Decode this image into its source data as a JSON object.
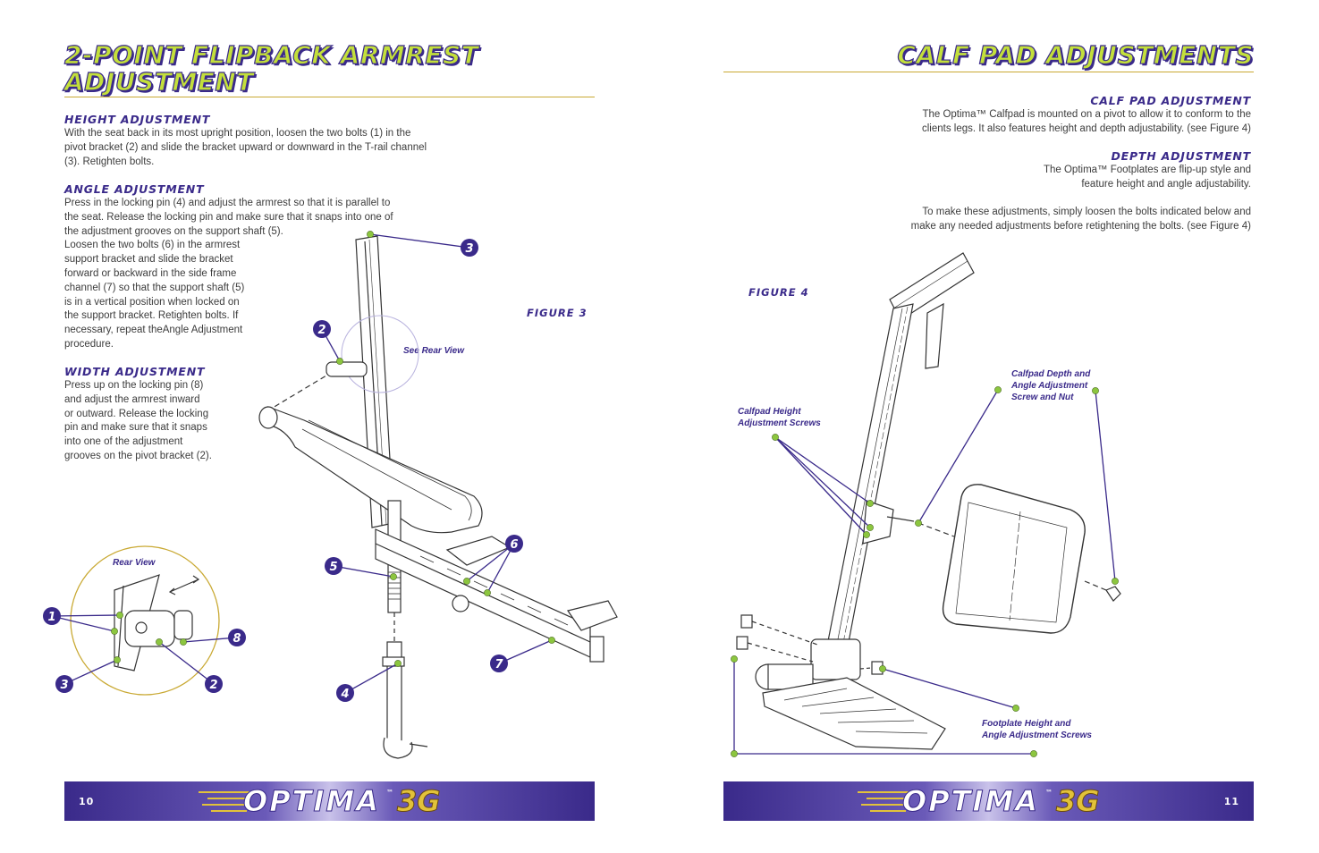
{
  "left_page": {
    "title_line1": "2-POINT FLIPBACK ARMREST",
    "title_line2": "ADJUSTMENT",
    "height_heading": "HEIGHT ADJUSTMENT",
    "height_lines": [
      "With the seat back in its most upright position, loosen the two bolts (1) in the",
      "pivot bracket (2) and slide the bracket upward or downward in the T-rail channel",
      "(3). Retighten bolts."
    ],
    "angle_heading": "ANGLE ADJUSTMENT",
    "angle_lines": [
      "Press in the locking pin (4) and adjust the armrest so that it is parallel to",
      "the seat. Release the locking pin and make sure that it snaps into one of",
      "the adjustment grooves on the support shaft (5).",
      "Loosen the two bolts (6) in the armrest",
      "support bracket and slide the bracket",
      "forward or backward in the side frame",
      "channel (7) so that the support shaft (5)",
      "is in a vertical position when locked on",
      "the support bracket. Retighten bolts. If",
      "necessary, repeat theAngle Adjustment",
      "procedure."
    ],
    "width_heading": "WIDTH ADJUSTMENT",
    "width_lines": [
      "Press up on the locking pin (8)",
      "and adjust the armrest inward",
      "or outward. Release the locking",
      "pin and make sure that it snaps",
      "into one of the adjustment",
      "grooves on the pivot bracket (2)."
    ],
    "figure_label": "FIGURE 3",
    "see_rear_view": "See Rear View",
    "rear_view": "Rear View",
    "badges": [
      "1",
      "2",
      "3",
      "4",
      "5",
      "6",
      "7",
      "8"
    ],
    "page_number": "10"
  },
  "right_page": {
    "title": "CALF PAD ADJUSTMENTS",
    "calf_heading": "CALF PAD ADJUSTMENT",
    "calf_lines": [
      "The Optima™ Calfpad is mounted on a pivot to allow it to conform to the",
      "clients legs. It also features height and depth adjustability. (see Figure 4)"
    ],
    "depth_heading": "DEPTH ADJUSTMENT",
    "depth_lines": [
      "The Optima™ Footplates are flip-up style and",
      "feature height and angle adjustability."
    ],
    "adjust_lines": [
      "To make these adjustments, simply loosen the bolts indicated below and",
      "make any needed adjustments before retightening the bolts. (see Figure 4)"
    ],
    "figure_label": "FIGURE 4",
    "callout_height": [
      "Calfpad Height",
      "Adjustment Screws"
    ],
    "callout_depth": [
      "Calfpad Depth and",
      "Angle Adjustment",
      "Screw and Nut"
    ],
    "callout_footplate": [
      "Footplate Height and",
      "Angle Adjustment Screws"
    ],
    "page_number": "11"
  },
  "footer": {
    "logo_word": "OPTIMA",
    "logo_tm": "™",
    "logo_suffix": "3G"
  },
  "colors": {
    "brand_purple": "#3a2a8a",
    "accent_green": "#c3df3b",
    "rule_gold": "#c9a933",
    "callout_dot": "#8cc63f",
    "logo_gold": "#e2c23a"
  }
}
